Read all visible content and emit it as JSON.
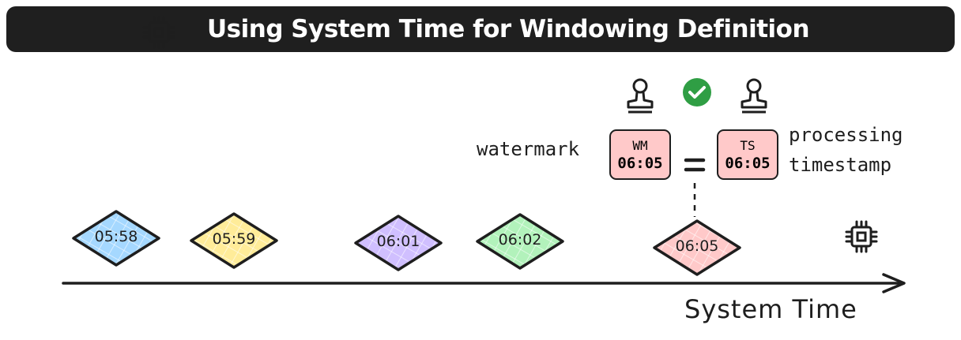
{
  "header": {
    "title": "Using System Time for Windowing Definition",
    "icon": "cpu-chip-icon"
  },
  "events": [
    {
      "label": "05:58",
      "color": "#a5d8ff"
    },
    {
      "label": "05:59",
      "color": "#ffec99"
    },
    {
      "label": "06:01",
      "color": "#d0bfff"
    },
    {
      "label": "06:02",
      "color": "#b2f2bb"
    },
    {
      "label": "06:05",
      "color": "#ffc9c9"
    }
  ],
  "watermark": {
    "label": "watermark",
    "box_line1": "WM",
    "box_line2": "06:05",
    "icon": "stamp-icon"
  },
  "timestamp": {
    "label_line1": "processing",
    "label_line2": "timestamp",
    "box_line1": "TS",
    "box_line2": "06:05",
    "icon": "stamp-icon"
  },
  "equals_symbol": "=",
  "check_icon": "check-circle-icon",
  "check_color": "#2f9e44",
  "axis": {
    "label": "System Time",
    "icon": "cpu-chip-icon"
  }
}
